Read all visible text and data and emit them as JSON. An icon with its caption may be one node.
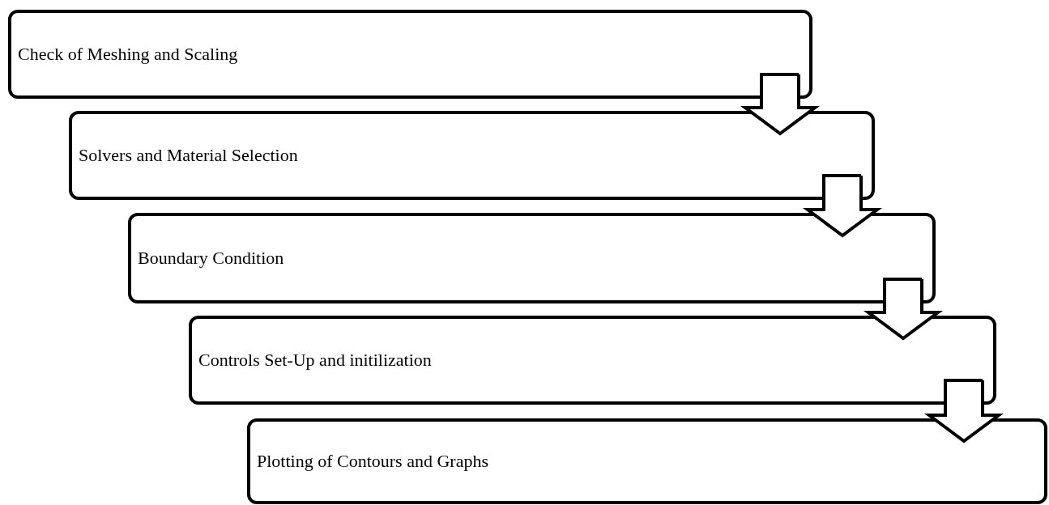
{
  "diagram": {
    "nodes": [
      {
        "text": [
          "Check of Meshing and Scaling"
        ]
      },
      {
        "text": [
          "Solvers and Material Selection"
        ]
      },
      {
        "text": [
          "Boundary Condition"
        ]
      },
      {
        "text": [
          "Controls Set-Up and initilization"
        ]
      },
      {
        "text": [
          "Plotting of Contours and Graphs"
        ]
      }
    ],
    "edges": [
      {
        "from": 0,
        "to": 1,
        "arrow": "to"
      },
      {
        "from": 1,
        "to": 2,
        "arrow": "to"
      },
      {
        "from": 2,
        "to": 3,
        "arrow": "to"
      },
      {
        "from": 3,
        "to": 4,
        "arrow": "to"
      }
    ]
  }
}
